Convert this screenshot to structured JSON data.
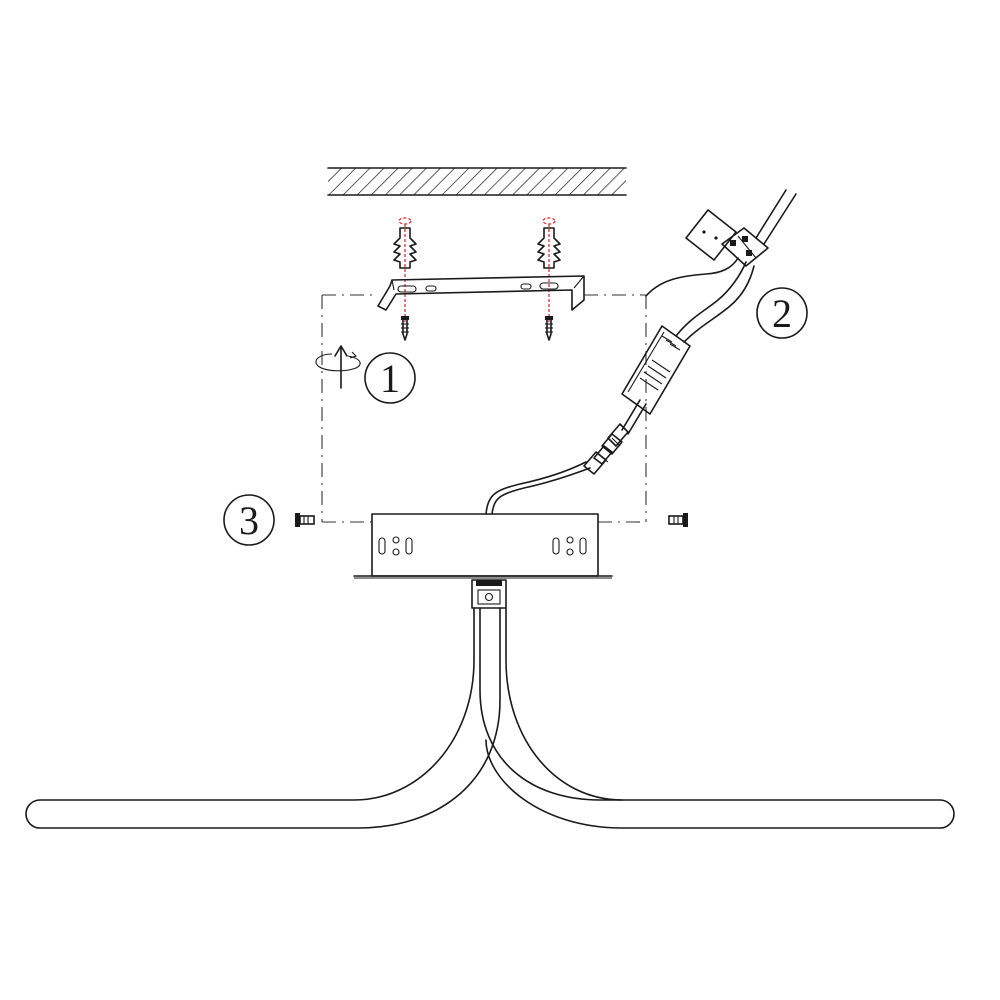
{
  "steps": [
    {
      "label": "1"
    },
    {
      "label": "2"
    },
    {
      "label": "3"
    }
  ],
  "colors": {
    "line": "#1a1a1a",
    "guide": "#d22222",
    "background": "#ffffff"
  }
}
